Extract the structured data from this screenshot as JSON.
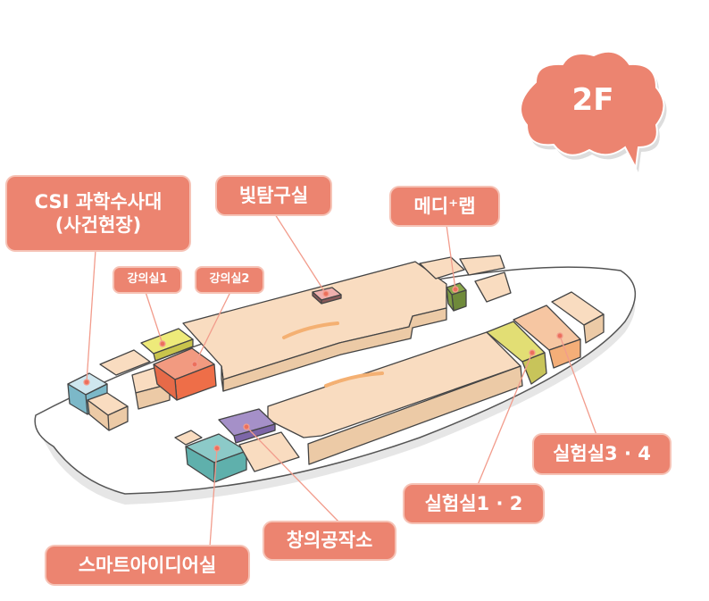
{
  "floor_badge": "2F",
  "rooms": {
    "csi": {
      "line1": "CSI 과학수사대",
      "line2": "(사건현장)"
    },
    "bittam": "빛탐구실",
    "lecture1": "강의실1",
    "lecture2": "강의실2",
    "medilab": "메디⁺랩",
    "lab34": "실험실3 · 4",
    "lab12": "실험실1 · 2",
    "maker": "창의공작소",
    "smartidea": "스마트아이디어실"
  },
  "colors": {
    "label": "#ec8470",
    "floor": "#f9dcc0",
    "accent_yellow": "#e8e46c",
    "accent_red": "#ee7b5c",
    "accent_teal": "#7cc4c2",
    "accent_purple": "#a590c8",
    "accent_blue": "#a8d4e0",
    "accent_green": "#8aa84c"
  }
}
